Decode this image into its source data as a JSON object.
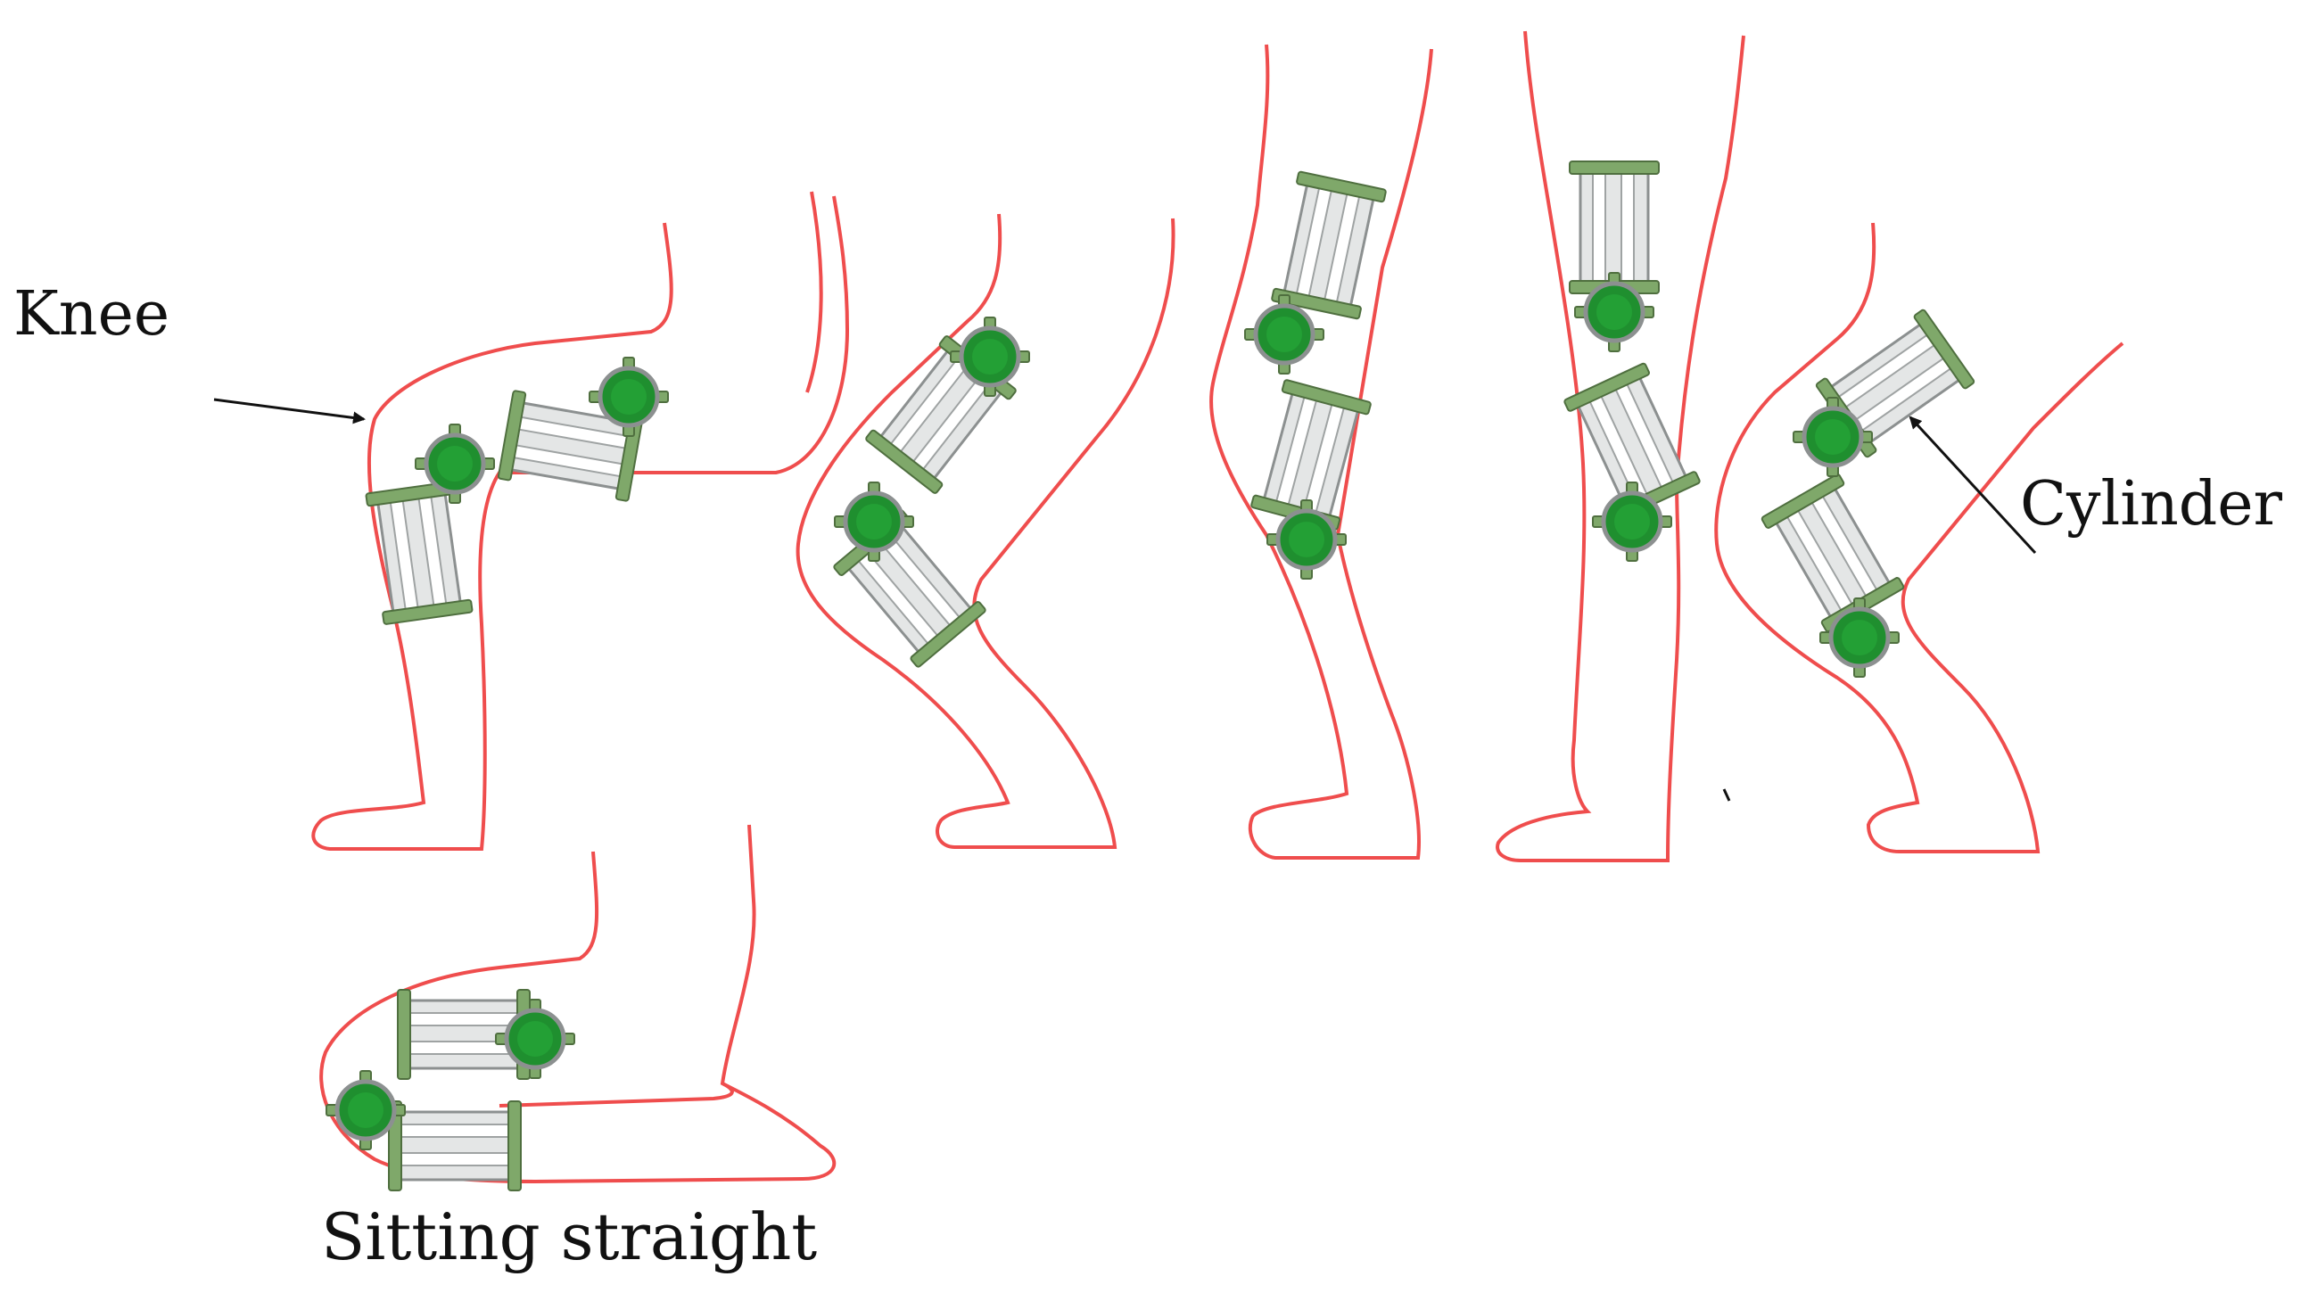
{
  "labels": {
    "knee": "Knee",
    "cylinder": "Cylinder",
    "sitting": "Sitting straight"
  },
  "colors": {
    "outline": "#ef4d4d",
    "joint": "#1f8f2f",
    "strap": "#7fa86a",
    "rod": "#d9dcdc",
    "rod_stroke": "#8c9090",
    "text": "#111111"
  },
  "icons": {
    "leg_outline": "leg-outline-icon",
    "exoskeleton": "knee-exoskeleton-icon",
    "arrow": "pointer-arrow-icon"
  }
}
